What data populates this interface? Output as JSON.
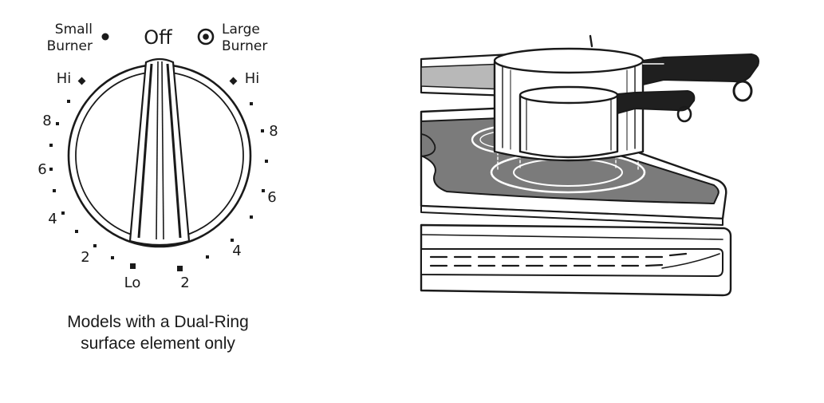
{
  "knob": {
    "small_burner": [
      "Small",
      "Burner"
    ],
    "off_label": "Off",
    "large_burner": [
      "Large",
      "Burner"
    ],
    "left_scale": [
      "Hi",
      "8",
      "6",
      "4",
      "2"
    ],
    "lo_label": "Lo",
    "right_scale": [
      "Hi",
      "8",
      "6",
      "4",
      "2"
    ],
    "caption": [
      "Models with a Dual-Ring",
      "surface element only"
    ]
  },
  "colors": {
    "ink": "#1a1a1a",
    "cooktop_glass": "#7b7b7b",
    "backguard": "#b8b8b8",
    "handle": "#1f1f1f"
  },
  "icons": {
    "small_burner": "filled-dot-icon",
    "large_burner": "double-ring-icon"
  }
}
